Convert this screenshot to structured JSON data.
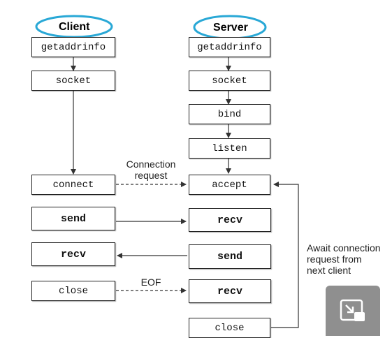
{
  "headers": {
    "client": "Client",
    "server": "Server"
  },
  "client": {
    "getaddrinfo": "getaddrinfo",
    "socket": "socket",
    "connect": "connect",
    "send": "send",
    "recv": "recv",
    "close": "close"
  },
  "server": {
    "getaddrinfo": "getaddrinfo",
    "socket": "socket",
    "bind": "bind",
    "listen": "listen",
    "accept": "accept",
    "recv": "recv",
    "send": "send",
    "recv2": "recv",
    "close": "close"
  },
  "labels": {
    "connection_line1": "Connection",
    "connection_line2": "request",
    "eof": "EOF",
    "await_line1": "Await connection",
    "await_line2": "request from",
    "await_line3": "next client"
  },
  "colors": {
    "highlight": "#29a8d6",
    "line": "#333333",
    "popout_bg": "#8f8f8f"
  },
  "icons": {
    "popout": "picture-in-picture-exit-icon"
  }
}
